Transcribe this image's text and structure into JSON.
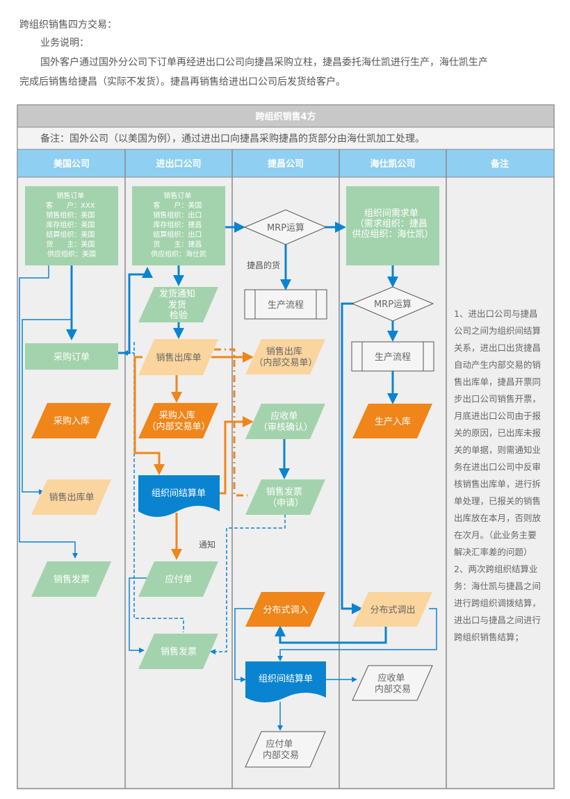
{
  "intro": {
    "title": "跨组织销售四方交易：",
    "subtitle": "业务说明：",
    "paragraph_line1": "国外客户通过国外分公司下订单再经进出口公司向捷昌采购立柱，捷昌委托海仕凯进行生产，海仕凯生产",
    "paragraph_line2": "完成后销售给捷昌（实际不发货）。捷昌再销售给进出口公司后发货给客户。"
  },
  "diagram": {
    "title": "跨组织销售4方",
    "remark": "备注：国外公司（以美国为例），通过进出口向捷昌采购捷昌的货部分由海仕凯加工处理。",
    "lanes": [
      "美国公司",
      "进出口公司",
      "捷昌公司",
      "海仕凯公司",
      "备注"
    ],
    "colors": {
      "blue": "#0a84d0",
      "orange": "#f08519",
      "green": "#a3d3ac",
      "peach": "#fbd59e",
      "lane_header": "#8fd0f2",
      "title_bar": "#c8c8c8",
      "lane_bg": "#efefef"
    },
    "nodes": {
      "us_sales_order": [
        "销售订单",
        "客　　户：XXX",
        "销售组织：美国",
        "库存组织：美国",
        "结算组织：美国",
        "货　　主：美国",
        "供应组织：美国"
      ],
      "ie_sales_order": [
        "销售订单",
        "客　　户：美国",
        "销售组织：出口",
        "库存组织：捷昌",
        "结算组织：出口",
        "货　　主：捷昌",
        "供应组织：海仕凯"
      ],
      "us_purchase_order": "采购订单",
      "us_purchase_receipt": "采购入库",
      "us_sales_outbound": "销售出库单",
      "us_sales_invoice": "销售发票",
      "ie_ship_notice": [
        "发货通知",
        "发货",
        "检验"
      ],
      "ie_sales_outbound": "销售出库单",
      "ie_purchase_receipt": [
        "采购入库",
        "（内部交易单）"
      ],
      "ie_settlement": "组织间结算单",
      "ie_payable": "应付单",
      "ie_sales_invoice": "销售发票",
      "notify_label": "通知",
      "jc_mrp": "MRP运算",
      "jc_goods_label": "捷昌的货",
      "jc_production": "生产流程",
      "jc_sales_outbound": [
        "销售出库",
        "（内部交易单）"
      ],
      "jc_receivable": [
        "应收单",
        "（审核确认）"
      ],
      "jc_sales_invoice": [
        "销售发票",
        "（申请）"
      ],
      "jc_transfer_in": "分布式调入",
      "jc_settlement": "组织间结算单",
      "jc_payable": [
        "应付单",
        "内部交易"
      ],
      "hsk_demand": [
        "组织间需求单",
        "（需求组织：捷昌",
        "供应组织：海仕凯）"
      ],
      "hsk_mrp": "MRP运算",
      "hsk_production": "生产流程",
      "hsk_production_receipt": "生产入库",
      "hsk_transfer_out": "分布式调出",
      "hsk_receivable": [
        "应收单",
        "内部交易"
      ]
    },
    "notes": [
      "1、进出口公司与捷昌",
      "公司之间为组织间结算",
      "关系，进出口出货捷昌",
      "自动产生内部交易的销",
      "售出库单，捷昌开票同",
      "步出口公司销售开票，",
      "月底进出口公司由于报",
      "关的原因，已出库未报",
      "关的单据，则需通知业",
      "务在进出口公司中反审",
      "核销售出库单，进行拆",
      "单处理，已报关的销售",
      "出库放在本月，否则放",
      "在次月。（此业务主要",
      "解决汇率差的问题）",
      "2、两次跨组织结算业",
      "务：海仕凯与捷昌之间",
      "进行跨组织调拨结算，",
      "进出口与捷昌之间进行",
      "跨组织销售结算；"
    ]
  }
}
